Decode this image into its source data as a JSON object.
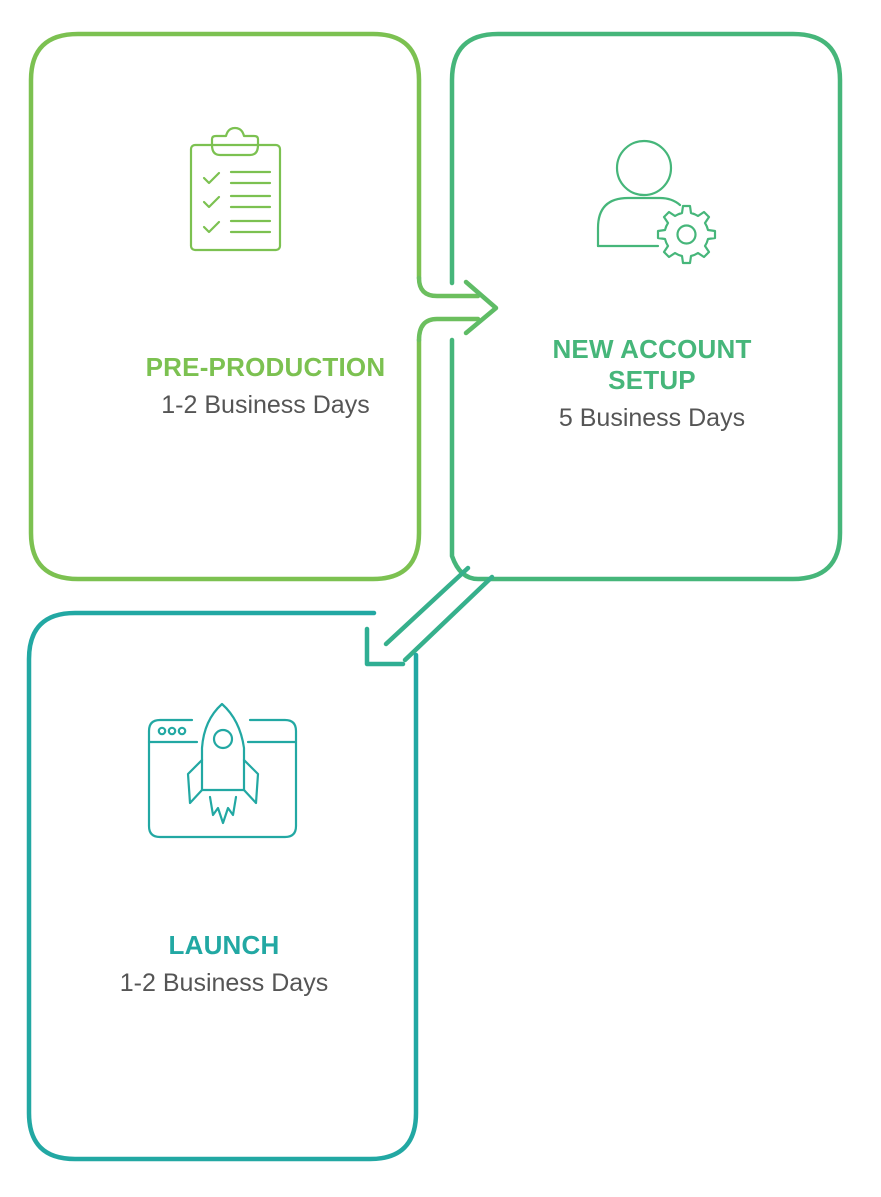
{
  "colors": {
    "pre_production": "#7cc151",
    "new_account": "#46b67a",
    "launch": "#22a8a3",
    "text_gray": "#555555"
  },
  "steps": [
    {
      "title": "PRE-PRODUCTION",
      "duration": "1-2 Business Days",
      "icon": "clipboard-checklist-icon"
    },
    {
      "title_lines": [
        "NEW ACCOUNT",
        "SETUP"
      ],
      "duration": "5 Business Days",
      "icon": "user-settings-icon"
    },
    {
      "title": "LAUNCH",
      "duration": "1-2 Business Days",
      "icon": "browser-rocket-icon"
    }
  ]
}
